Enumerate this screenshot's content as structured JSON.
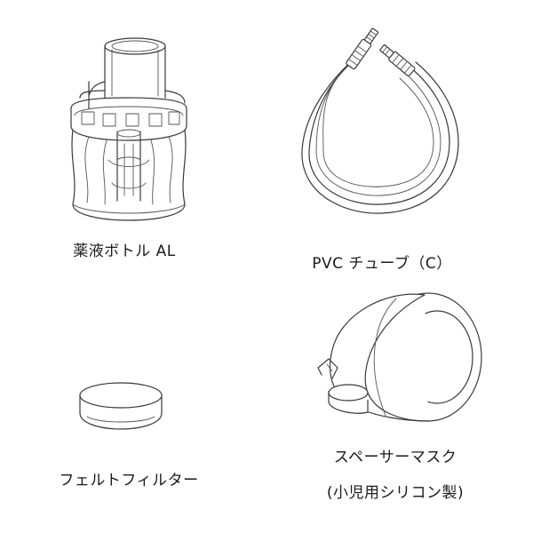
{
  "parts": [
    {
      "id": "bottle",
      "label": "薬液ボトル AL",
      "icon": "medicine-bottle-icon"
    },
    {
      "id": "tube",
      "label": "PVC チューブ（C）",
      "icon": "pvc-tube-icon"
    },
    {
      "id": "filter",
      "label": "フェルトフィルター",
      "icon": "felt-filter-icon"
    },
    {
      "id": "mask",
      "label": "スペーサーマスク",
      "sublabel": "(小児用シリコン製)",
      "icon": "spacer-mask-icon"
    }
  ]
}
